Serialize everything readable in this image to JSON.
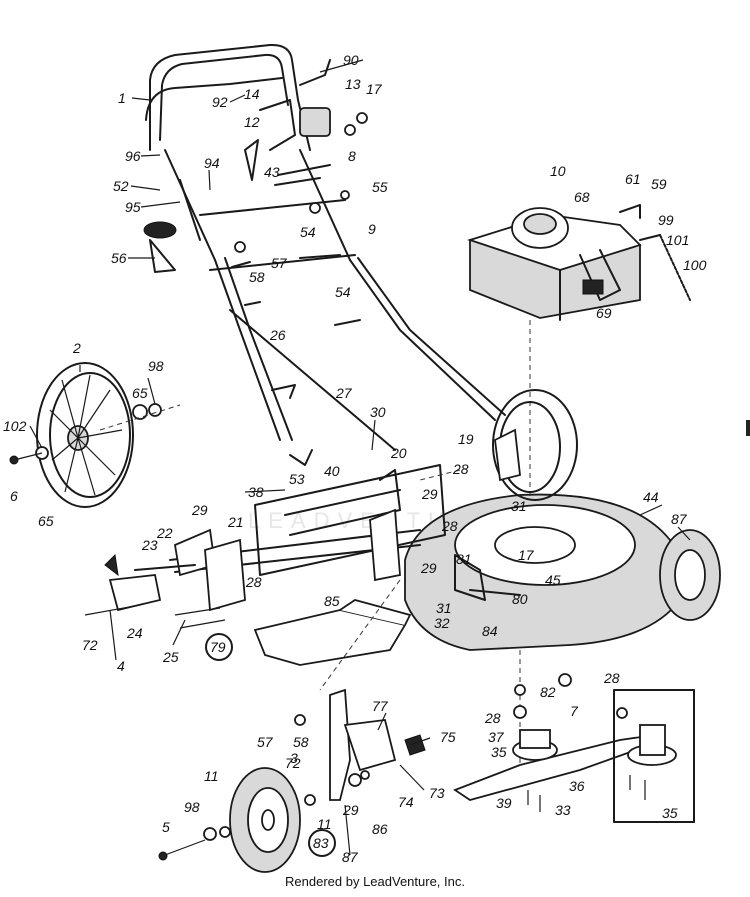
{
  "footer": "Rendered by LeadVenture, Inc.",
  "watermark": "LEADVENTURE",
  "callouts": {
    "c1": "1",
    "c2": "2",
    "c3": "3",
    "c4": "4",
    "c5": "5",
    "c6": "6",
    "c7": "7",
    "c8": "8",
    "c9": "9",
    "c10": "10",
    "c11a": "11",
    "c11b": "11",
    "c12": "12",
    "c13": "13",
    "c14": "14",
    "c17a": "17",
    "c17b": "17",
    "c19": "19",
    "c20": "20",
    "c21": "21",
    "c22": "22",
    "c23": "23",
    "c24": "24",
    "c25": "25",
    "c26": "26",
    "c27": "27",
    "c28a": "28",
    "c28b": "28",
    "c28c": "28",
    "c28d": "28",
    "c28e": "28",
    "c29a": "29",
    "c29b": "29",
    "c29c": "29",
    "c29d": "29",
    "c30": "30",
    "c31a": "31",
    "c31b": "31",
    "c32": "32",
    "c33": "33",
    "c35a": "35",
    "c35b": "35",
    "c36": "36",
    "c37": "37",
    "c38": "38",
    "c39": "39",
    "c40": "40",
    "c43": "43",
    "c44": "44",
    "c45": "45",
    "c52": "52",
    "c53": "53",
    "c54a": "54",
    "c54b": "54",
    "c55": "55",
    "c56": "56",
    "c57a": "57",
    "c57b": "57",
    "c58a": "58",
    "c58b": "58",
    "c59": "59",
    "c61": "61",
    "c65a": "65",
    "c65b": "65",
    "c68": "68",
    "c69": "69",
    "c72a": "72",
    "c72b": "72",
    "c73": "73",
    "c74": "74",
    "c75": "75",
    "c77": "77",
    "c79": "79",
    "c80": "80",
    "c81": "81",
    "c82": "82",
    "c83": "83",
    "c84": "84",
    "c85": "85",
    "c86": "86",
    "c87a": "87",
    "c87b": "87",
    "c90": "90",
    "c92": "92",
    "c94": "94",
    "c95": "95",
    "c96": "96",
    "c98a": "98",
    "c98b": "98",
    "c99": "99",
    "c100": "100",
    "c101": "101",
    "c102": "102"
  }
}
